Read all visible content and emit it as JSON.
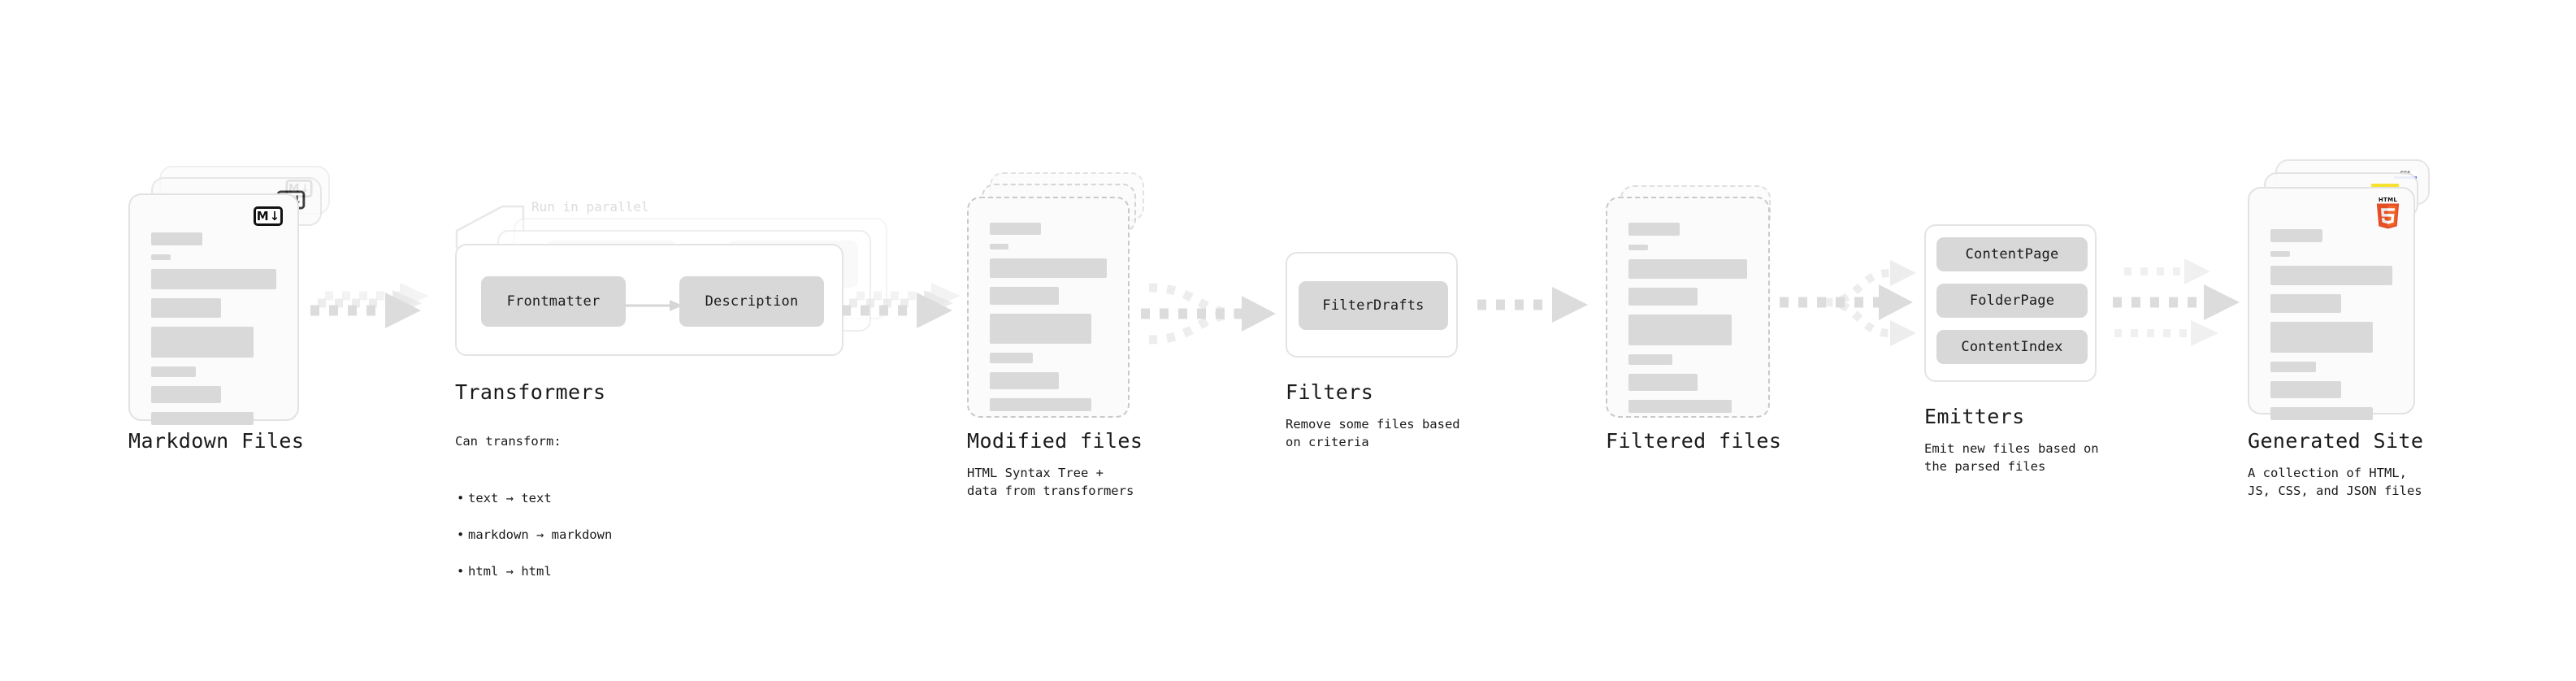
{
  "diagram": {
    "title_font_note": "monospace",
    "accent_colors": {
      "skeleton_bar": "#d9d9d9",
      "card_border": "#e2e2e2",
      "dashed_border": "#c9c9c9",
      "chip_fill": "#d8d8d8",
      "arrow": "#dcdcdc",
      "markdown_badge": "#111111",
      "html5_badge": "#e44d26",
      "css_badge": "#264de4",
      "js_badge": "#f7df1e",
      "text": "#1a1a1a",
      "muted_text": "#dcdcdc"
    }
  },
  "stages": [
    {
      "id": "markdown-files",
      "title": "Markdown Files",
      "subtitle": "",
      "badge": "markdown-icon",
      "badge_label": "M",
      "badge_arrow": "↓"
    },
    {
      "id": "transformers",
      "title": "Transformers",
      "subtitle": "Can transform:",
      "annotation": "Run in parallel",
      "chips": [
        "Frontmatter",
        "Description"
      ],
      "bullets": [
        "text → text",
        "markdown → markdown",
        "html → html"
      ]
    },
    {
      "id": "modified-files",
      "title": "Modified files",
      "subtitle": "HTML Syntax Tree +\ndata from transformers"
    },
    {
      "id": "filters",
      "title": "Filters",
      "subtitle": "Remove some files based\non criteria",
      "chips": [
        "FilterDrafts"
      ]
    },
    {
      "id": "filtered-files",
      "title": "Filtered files",
      "subtitle": ""
    },
    {
      "id": "emitters",
      "title": "Emitters",
      "subtitle": "Emit new files based on\nthe parsed files",
      "chips": [
        "ContentPage",
        "FolderPage",
        "ContentIndex"
      ]
    },
    {
      "id": "generated-site",
      "title": "Generated Site",
      "subtitle": "A collection of HTML,\nJS, CSS, and JSON files",
      "badges": [
        "css-icon",
        "js-icon",
        "html5-icon"
      ],
      "badge_labels": {
        "css": "CSS",
        "html5": "HTML"
      }
    }
  ]
}
